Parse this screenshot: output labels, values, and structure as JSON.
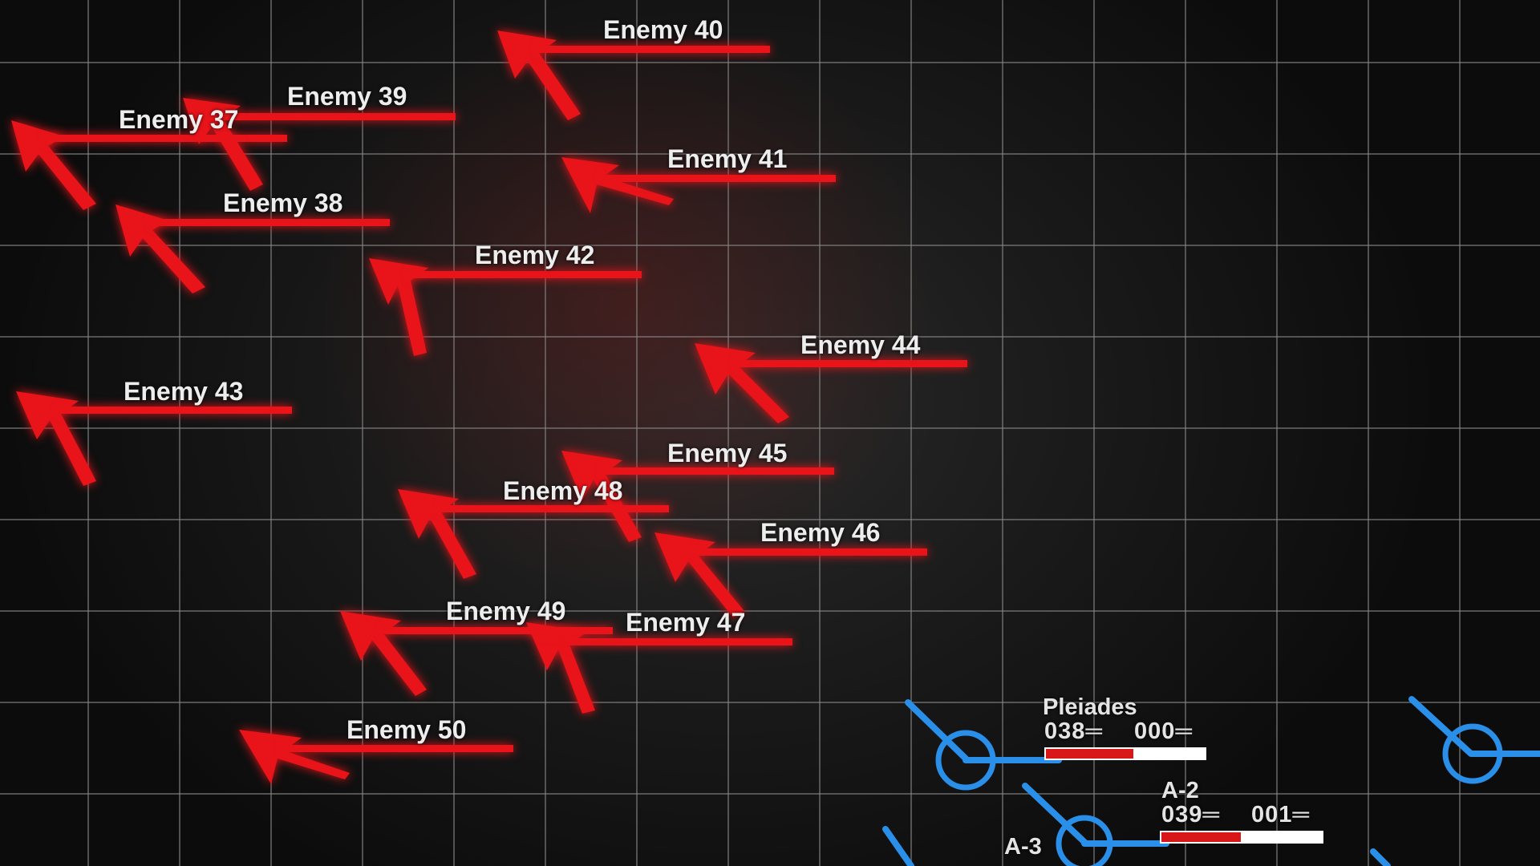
{
  "colors": {
    "enemy": "#e8141a",
    "friendly": "#2a8fe8",
    "grid": "#8a8a8a",
    "label": "#ededed",
    "bar_fill": "#d81818",
    "bar_empty": "#ffffff"
  },
  "enemies": [
    {
      "label": "Enemy 37"
    },
    {
      "label": "Enemy 38"
    },
    {
      "label": "Enemy 39"
    },
    {
      "label": "Enemy 40"
    },
    {
      "label": "Enemy 41"
    },
    {
      "label": "Enemy 42"
    },
    {
      "label": "Enemy 43"
    },
    {
      "label": "Enemy 44"
    },
    {
      "label": "Enemy 45"
    },
    {
      "label": "Enemy 46"
    },
    {
      "label": "Enemy 47"
    },
    {
      "label": "Enemy 48"
    },
    {
      "label": "Enemy 49"
    },
    {
      "label": "Enemy 50"
    }
  ],
  "friendlies": [
    {
      "label": "Pleiades",
      "value_a": "038═",
      "value_b": "000═",
      "health": 0.55
    },
    {
      "label": "A-2",
      "value_a": "039═",
      "value_b": "001═",
      "health": 0.5
    },
    {
      "label": "A-3"
    }
  ]
}
